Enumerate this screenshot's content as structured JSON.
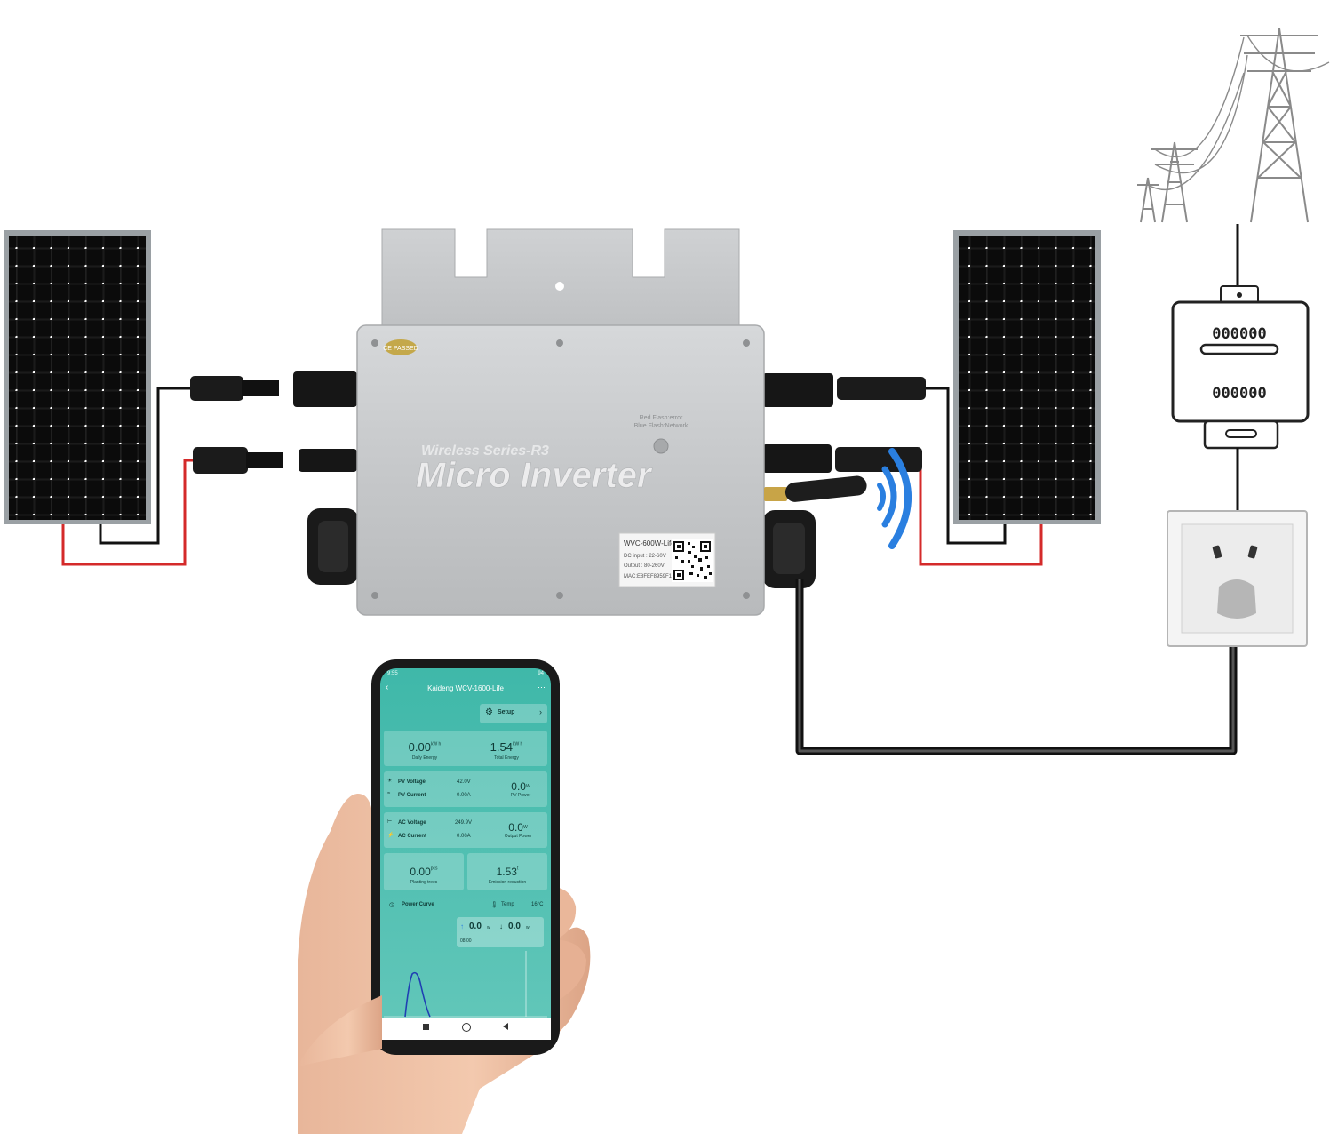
{
  "inverter": {
    "series": "Wireless Series-R3",
    "title": "Micro Inverter",
    "badge": "CE PASSED",
    "indicator_label_1": "Red Flash:error",
    "indicator_label_2": "Blue Flash:Network",
    "label": {
      "model": "WVC-600W-Life",
      "dc_input": "DC input : 22-60V",
      "output": "Output : 80-260V",
      "mac": "MAC:E8FEF8959F11C"
    }
  },
  "meter": {
    "row1": "000000",
    "row2": "000000"
  },
  "colors": {
    "wire_red": "#d42a2a",
    "wire_black": "#111111",
    "app_teal": "#4fc3b5",
    "signal_blue": "#2a7fe0",
    "inverter_silver": "#c9cbcd"
  },
  "phone": {
    "status_time": "9:55",
    "battery": "94",
    "header_title": "Kaideng WCV-1600-Life",
    "setup_label": "Setup",
    "daily_energy": {
      "value": "0.00",
      "unit": "kW h",
      "label": "Daily Energy"
    },
    "total_energy": {
      "value": "1.54",
      "unit": "kW h",
      "label": "Total Energy"
    },
    "pv_voltage": {
      "label": "PV Voltage",
      "value": "42.0V"
    },
    "pv_current": {
      "label": "PV Current",
      "value": "0.00A"
    },
    "pv_power": {
      "value": "0.0",
      "unit": "W",
      "label": "PV Power"
    },
    "ac_voltage": {
      "label": "AC Voltage",
      "value": "249.9V"
    },
    "ac_current": {
      "label": "AC Current",
      "value": "0.00A"
    },
    "output_power": {
      "value": "0.0",
      "unit": "W",
      "label": "Output Power"
    },
    "planting_trees": {
      "value": "0.00",
      "unit": "pcs",
      "label": "Planting trees"
    },
    "emission": {
      "value": "1.53",
      "unit": "t",
      "label": "Emission reduction"
    },
    "power_curve_label": "Power Curve",
    "temp_label": "Temp",
    "temp_value": "16°C",
    "up_value": "0.0",
    "down_value": "0.0",
    "power_unit": "w",
    "time_label": "08:00"
  }
}
